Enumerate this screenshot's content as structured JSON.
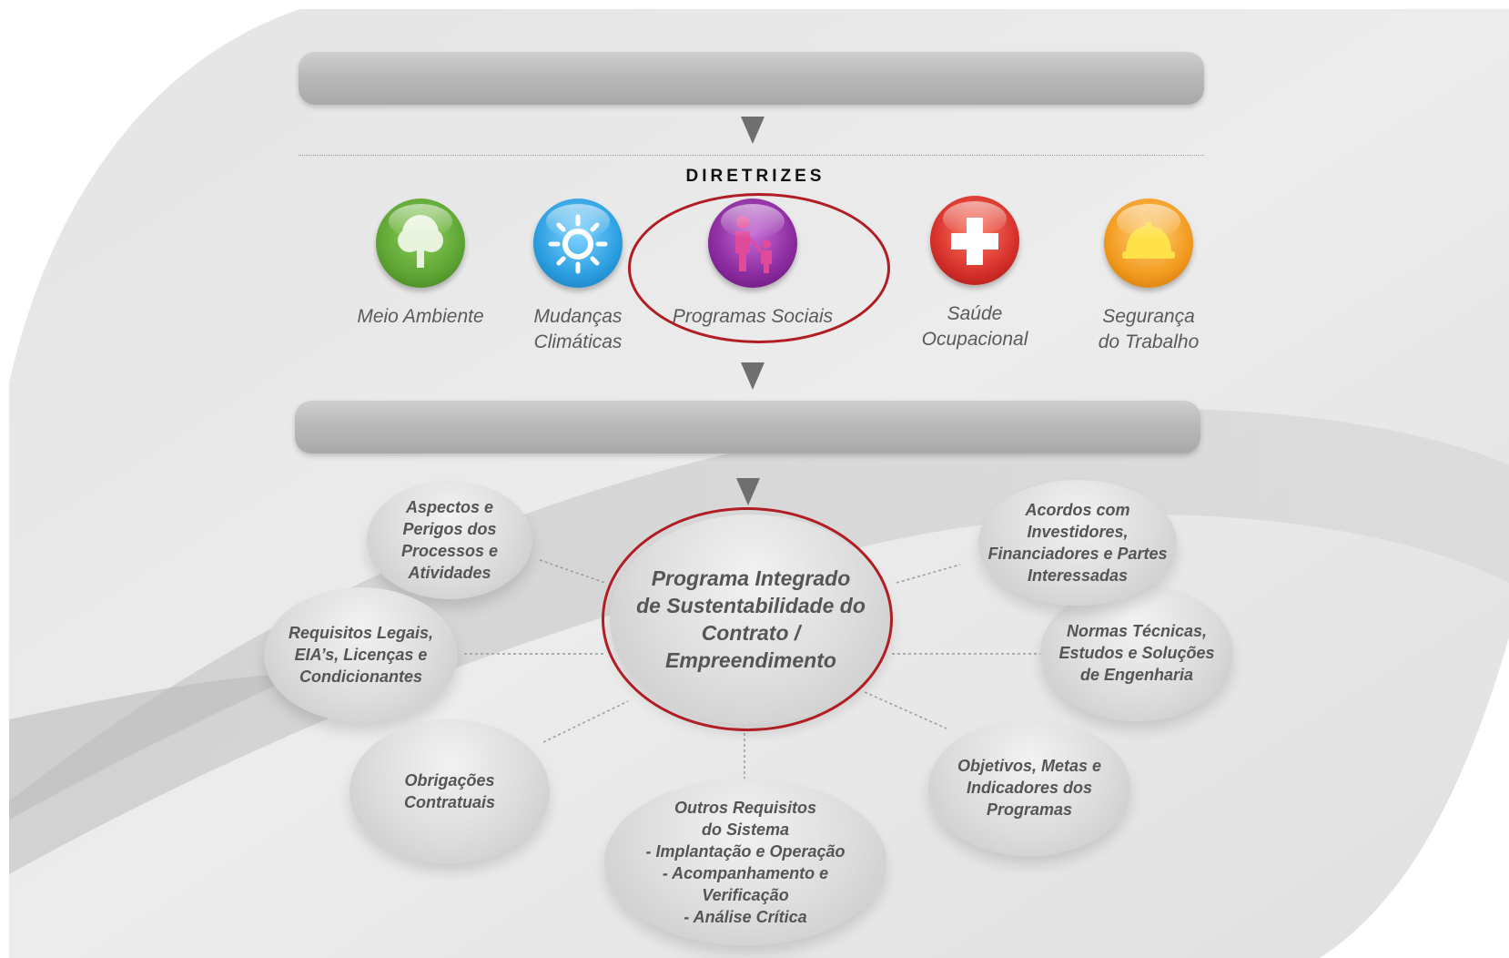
{
  "section_title": "DIRETRIZES",
  "guidelines": [
    {
      "label": "Meio Ambiente",
      "icon": "tree-icon",
      "color": "#5ea534"
    },
    {
      "label": "Mudanças\nClimáticas",
      "icon": "sun-icon",
      "color": "#2b9ee0"
    },
    {
      "label": "Programas Sociais",
      "icon": "parent-child-icon",
      "color": "#8a2a9e"
    },
    {
      "label": "Saúde Ocupacional",
      "icon": "medical-cross-icon",
      "color": "#d6302a"
    },
    {
      "label": "Segurança\ndo Trabalho",
      "icon": "hard-hat-icon",
      "color": "#f29a1e"
    }
  ],
  "center": {
    "label": "Programa Integrado\nde Sustentabilidade do\nContrato /\nEmpreendimento"
  },
  "bubbles": [
    {
      "label": "Aspectos e\nPerigos dos\nProcessos e\nAtividades"
    },
    {
      "label": "Requisitos Legais,\nEIA’s, Licenças e\nCondicionantes"
    },
    {
      "label": "Obrigações\nContratuais"
    },
    {
      "label": "Outros Requisitos\ndo Sistema\n- Implantação e Operação\n- Acompanhamento e\nVerificação\n- Análise Crítica"
    },
    {
      "label": "Objetivos, Metas e\nIndicadores dos\nProgramas"
    },
    {
      "label": "Normas Técnicas,\nEstudos e Soluções\nde Engenharia"
    },
    {
      "label": "Acordos com\nInvestidores,\nFinanciadores e Partes\nInteressadas"
    }
  ],
  "colors": {
    "highlight_ring": "#b01e23",
    "banner": "#b9b9b9",
    "arrow": "#6f6f6f"
  }
}
